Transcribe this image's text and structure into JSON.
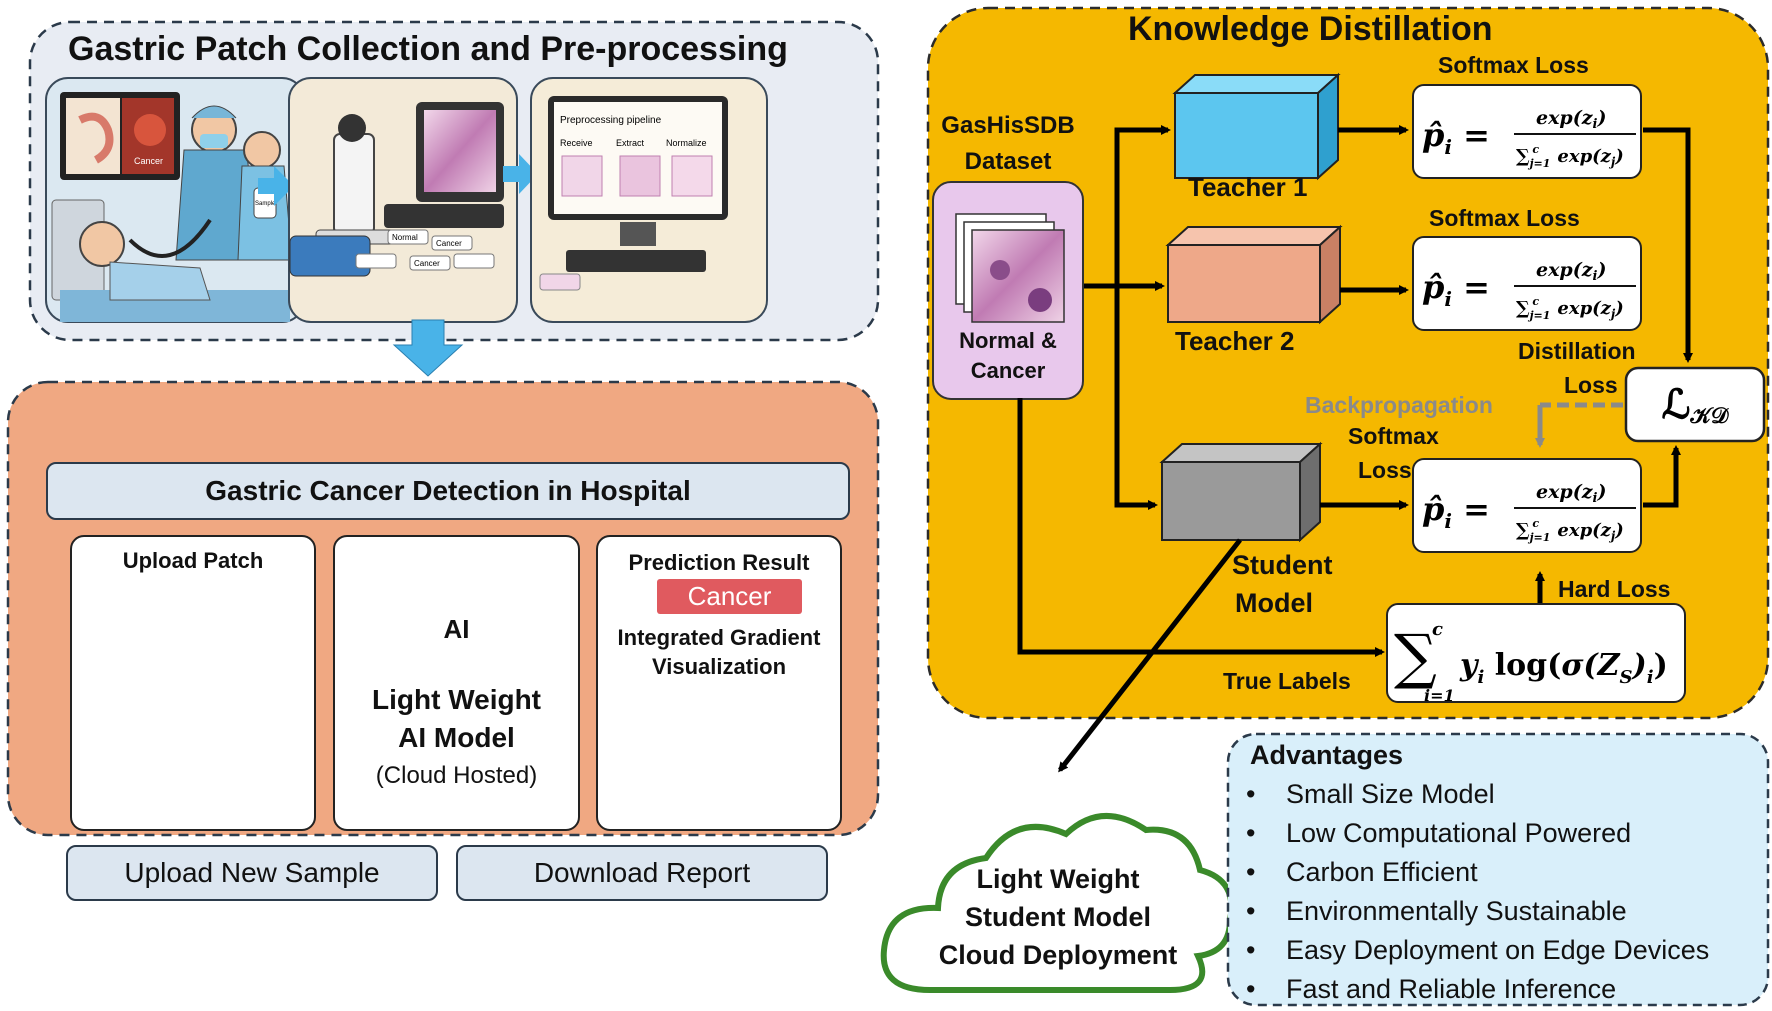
{
  "left_top": {
    "title": "Gastric Patch Collection and Pre-processing",
    "scene1": {
      "screen_label": "Cancer",
      "jar_label": "Sample"
    },
    "scene2": {
      "slide_labels": [
        "Normal",
        "Cancer",
        "Cancer"
      ]
    },
    "scene3": {
      "title": "Preprocessing pipeline",
      "steps": [
        "Receive",
        "Extract",
        "Normalize"
      ]
    }
  },
  "left_bottom": {
    "header": "Gastric Cancer Detection in Hospital",
    "upload_title": "Upload Patch",
    "ai_icon_text": "AI",
    "model_line1": "Light Weight",
    "model_line2": "AI Model",
    "model_line3": "(Cloud Hosted)",
    "prediction_title": "Prediction Result",
    "prediction_badge": "Cancer",
    "ig_line1": "Integrated Gradient",
    "ig_line2": "Visualization",
    "button_upload": "Upload New Sample",
    "button_download": "Download Report"
  },
  "kd": {
    "title": "Knowledge Distillation",
    "dataset_line1": "GasHisSDB",
    "dataset_line2": "Dataset",
    "dataset_sub1": "Normal &",
    "dataset_sub2": "Cancer",
    "teacher1": "Teacher 1",
    "teacher2": "Teacher 2",
    "student_line1": "Student",
    "student_line2": "Model",
    "softmax1": "Softmax Loss",
    "softmax2": "Softmax Loss",
    "softmax3_line1": "Softmax",
    "softmax3_line2": "Loss",
    "distill_line1": "Distillation",
    "distill_line2": "Loss",
    "backprop": "Backpropagation",
    "hard_loss": "Hard Loss",
    "true_labels": "True Labels",
    "lkd": "ℒ",
    "lkd_sub": "𝒦𝒟"
  },
  "cloud": {
    "line1": "Light Weight",
    "line2": "Student  Model",
    "line3": "Cloud Deployment"
  },
  "advantages": {
    "title": "Advantages",
    "items": [
      " Small Size Model",
      "Low Computational Powered",
      "Carbon Efficient",
      "Environmentally Sustainable",
      "Easy Deployment on Edge Devices",
      "Fast and Reliable Inference"
    ]
  },
  "colors": {
    "kd_bg": "#f5b800",
    "top_panel_bg": "#e8ecf3",
    "bottom_panel_bg": "#f0a882",
    "teacher1": "#5cc6ef",
    "teacher2": "#eea889",
    "student": "#9a9a9a",
    "dataset_bg": "#e8c8ec",
    "arrow_blue": "#49b3e8",
    "badge_red": "#e05a5f",
    "cloud_green": "#3a8a2a",
    "adv_bg": "#d9effa"
  }
}
